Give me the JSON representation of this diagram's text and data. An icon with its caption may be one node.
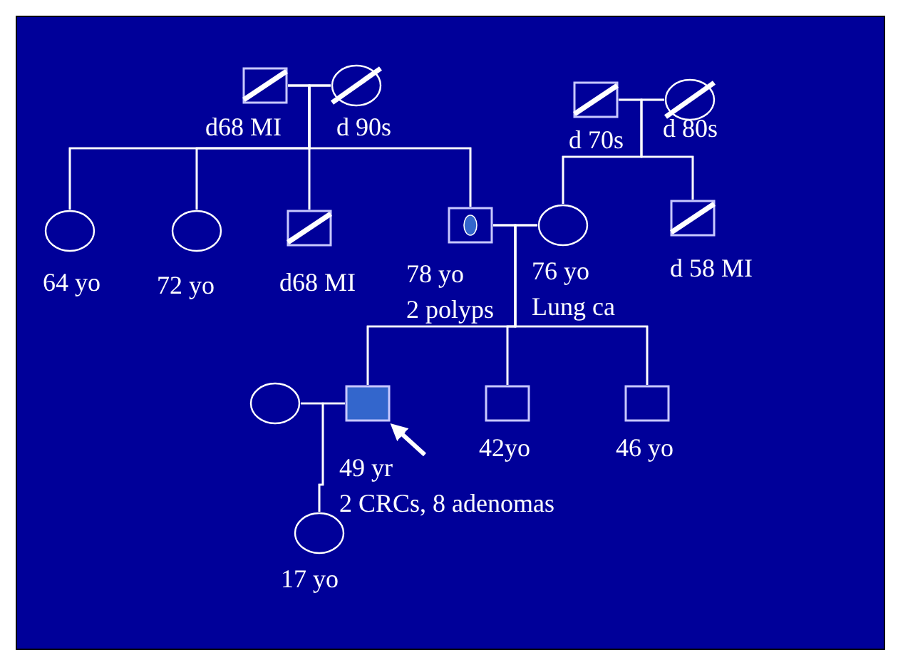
{
  "diagram": {
    "nodes": [
      {
        "text": [],
        "shape": "box",
        "beside": [
          "d68 MI"
        ]
      },
      {
        "text": [],
        "shape": "circle",
        "beside": [
          "d 90s"
        ]
      },
      {
        "text": [],
        "shape": "box",
        "beside": [
          "d 70s"
        ]
      },
      {
        "text": [],
        "shape": "circle",
        "beside": [
          "d 80s"
        ]
      },
      {
        "text": [],
        "shape": "circle",
        "beside": [
          "64 yo"
        ]
      },
      {
        "text": [],
        "shape": "circle",
        "beside": [
          "72 yo"
        ]
      },
      {
        "text": [],
        "shape": "box",
        "beside": [
          "d68 MI"
        ]
      },
      {
        "text": [],
        "shape": "box",
        "beside": [
          "78 yo",
          "2 polyps"
        ]
      },
      {
        "text": [],
        "shape": "circle",
        "beside": [
          "76 yo",
          "Lung ca"
        ]
      },
      {
        "text": [],
        "shape": "box",
        "beside": [
          "d 58 MI"
        ]
      },
      {
        "text": [],
        "shape": "circle"
      },
      {
        "text": [],
        "shape": "box",
        "beside": [
          "49 yr",
          "2 CRCs, 8 adenomas"
        ]
      },
      {
        "text": [],
        "shape": "box",
        "beside": [
          "42yo"
        ]
      },
      {
        "text": [],
        "shape": "box",
        "beside": [
          "46 yo"
        ]
      },
      {
        "text": [],
        "shape": "circle",
        "beside": [
          "17 yo"
        ]
      }
    ],
    "edges": [
      {
        "from": 0,
        "to": 1,
        "arrow": "none"
      },
      {
        "from": 0,
        "to": 4,
        "arrow": "none"
      },
      {
        "from": 1,
        "to": 4,
        "arrow": "none"
      },
      {
        "from": 0,
        "to": 5,
        "arrow": "none"
      },
      {
        "from": 1,
        "to": 5,
        "arrow": "none"
      },
      {
        "from": 0,
        "to": 6,
        "arrow": "none"
      },
      {
        "from": 1,
        "to": 6,
        "arrow": "none"
      },
      {
        "from": 0,
        "to": 7,
        "arrow": "none"
      },
      {
        "from": 1,
        "to": 7,
        "arrow": "none"
      },
      {
        "from": 2,
        "to": 3,
        "arrow": "none"
      },
      {
        "from": 2,
        "to": 8,
        "arrow": "none"
      },
      {
        "from": 3,
        "to": 8,
        "arrow": "none"
      },
      {
        "from": 2,
        "to": 9,
        "arrow": "none"
      },
      {
        "from": 3,
        "to": 9,
        "arrow": "none"
      },
      {
        "from": 7,
        "to": 8,
        "arrow": "none"
      },
      {
        "from": 7,
        "to": 11,
        "arrow": "none"
      },
      {
        "from": 8,
        "to": 11,
        "arrow": "none"
      },
      {
        "from": 7,
        "to": 12,
        "arrow": "none"
      },
      {
        "from": 8,
        "to": 12,
        "arrow": "none"
      },
      {
        "from": 7,
        "to": 13,
        "arrow": "none"
      },
      {
        "from": 8,
        "to": 13,
        "arrow": "none"
      },
      {
        "from": 10,
        "to": 11,
        "arrow": "none"
      },
      {
        "from": 10,
        "to": 14,
        "arrow": "none"
      },
      {
        "from": 11,
        "to": 14,
        "arrow": "none"
      },
      {
        "from": null,
        "to": 11,
        "arrow": "to",
        "style": "thick"
      }
    ]
  }
}
